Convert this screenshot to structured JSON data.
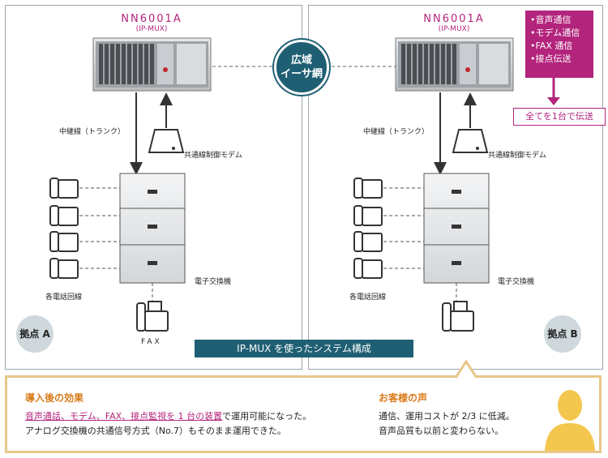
{
  "left": {
    "mux_title": "NN6001A",
    "mux_sub": "(IP-MUX)",
    "trunk_label": "中継線（トランク）",
    "modem_label": "共通線制御モデム",
    "pbx_label": "電子交換機",
    "lines_label": "各電話回線",
    "fax_label": "FAX",
    "site_label": "拠点 A"
  },
  "right": {
    "mux_title": "NN6001A",
    "mux_sub": "(IP-MUX)",
    "trunk_label": "中継線（トランク）",
    "modem_label": "共通線制御モデム",
    "pbx_label": "電子交換機",
    "lines_label": "各電話回線",
    "site_label": "拠点 B"
  },
  "network": {
    "line1": "広域",
    "line2": "イーサ網"
  },
  "features": [
    "•音声通信",
    "•モデム通信",
    "•FAX 通信",
    "•接点伝送"
  ],
  "all_in_one": "全てを1台で伝送",
  "caption": "IP-MUX を使ったシステム構成",
  "effect": {
    "title": "導入後の効果",
    "line1_highlight": "音声通話、モデム、FAX、接点監視を 1 台の装置",
    "line1_rest": "で運用可能になった。",
    "line2": "アナログ交換機の共通信号方式（No.7）もそのまま運用できた。"
  },
  "voice": {
    "title": "お客様の声",
    "line1": "通信、運用コストが 2/3 に低減。",
    "line2": "音声品質も以前と変わらない。"
  },
  "colors": {
    "accent": "#b3247c",
    "teal": "#1f5f74",
    "gold": "#e7c78a",
    "orange": "#d97a1a"
  }
}
